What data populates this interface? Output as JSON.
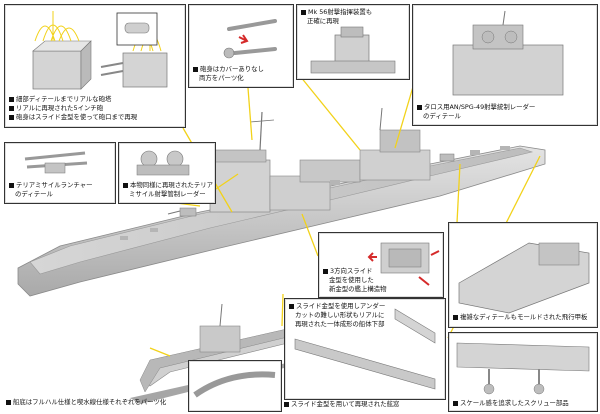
{
  "captions": {
    "barrel_detail": "細部ディテールまでリアルな砲塔",
    "five_inch_gun": "リアルに再現された5インチ砲",
    "slide_barrel": "砲身はスライド金型を使って砲口まで再現",
    "barrel_cover": "砲身はカバーありなし",
    "both_parts": "両方をパーツ化",
    "mk56_line1": "Mk 56射撃指揮装置も",
    "mk56_line2": "正確に再現",
    "talos_line1": "タロス用AN/SPG-49射撃統制レーダー",
    "talos_line2": "のディテール",
    "terrier_launcher_line1": "テリアミサイルランチャー",
    "terrier_launcher_line2": "のディテール",
    "terrier_radar_line1": "本物同様に再現されたテリア",
    "terrier_radar_line2": "ミサイル射撃管制レーダー",
    "superstructure_line1": "3方向スライド",
    "superstructure_line2": "金型を使用した",
    "superstructure_line3": "新金型の艦上構造物",
    "flight_deck": "複雑なディテールもモールドされた飛行甲板",
    "hull_slide_line1": "スライド金型を使用しアンダー",
    "hull_slide_line2": "カットの難しい形状もリアルに",
    "hull_slide_line3": "再現された一体成形の船体下部",
    "full_hull": "船底はフルハル仕様と喫水線仕様それぞれをパーツ化",
    "screw_guard": "スケール感を追求したスクリュー部品",
    "bow_slide": "スライド金型を用いて再現された舷窓"
  },
  "colors": {
    "accent": "#f2d21a",
    "leader": "#f2d21a",
    "model_grey": "#c9c9c9",
    "panel_border": "#333333"
  }
}
